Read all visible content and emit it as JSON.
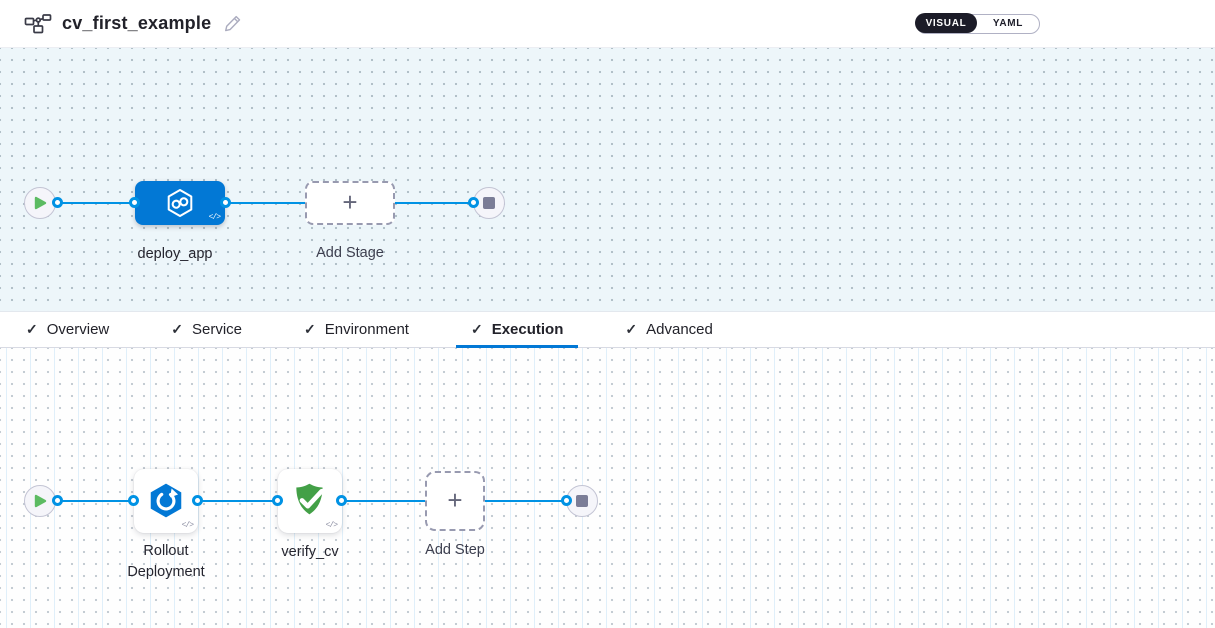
{
  "header": {
    "title": "cv_first_example",
    "view_toggle": {
      "visual": "VISUAL",
      "yaml": "YAML",
      "selected": "VISUAL"
    }
  },
  "icons": {
    "check": "✓",
    "plus": "+",
    "code": "</>"
  },
  "stage_pipeline": {
    "stages": [
      {
        "label": "deploy_app",
        "icon": "cd-hexagon-infinity-icon"
      }
    ],
    "add_stage_label": "Add Stage",
    "start_node": "play",
    "end_node": "stop"
  },
  "tabs": {
    "items": [
      {
        "label": "Overview",
        "checked": true,
        "active": false
      },
      {
        "label": "Service",
        "checked": true,
        "active": false
      },
      {
        "label": "Environment",
        "checked": true,
        "active": false
      },
      {
        "label": "Execution",
        "checked": true,
        "active": true
      },
      {
        "label": "Advanced",
        "checked": true,
        "active": false
      }
    ]
  },
  "execution_pipeline": {
    "steps": [
      {
        "label": "Rollout Deployment",
        "icon": "rollout-deployment-icon"
      },
      {
        "label": "verify_cv",
        "icon": "verify-shield-check-icon"
      }
    ],
    "add_step_label": "Add Step",
    "start_node": "play",
    "end_node": "stop"
  },
  "colors": {
    "stage_blue": "#0278d5",
    "link_blue": "#0092e4",
    "verify_green": "#43a047",
    "play_green": "#5cbb62",
    "toggle_dark": "#1c1c28"
  }
}
